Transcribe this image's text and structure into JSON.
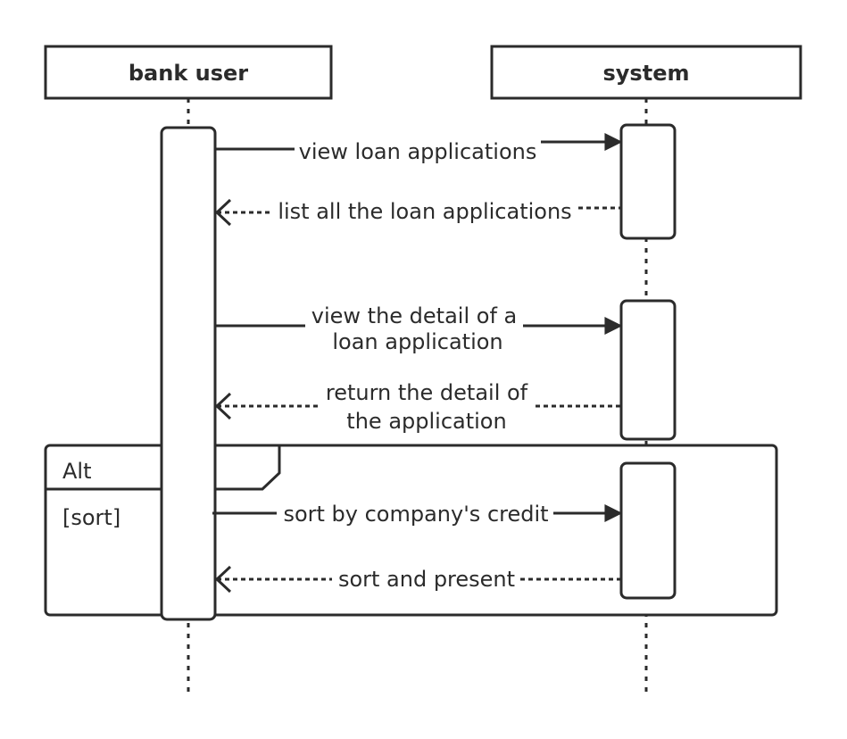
{
  "lifelines": [
    {
      "name": "bank user"
    },
    {
      "name": "system"
    }
  ],
  "messages": [
    {
      "lines": [
        "view loan applications"
      ],
      "kind": "sync"
    },
    {
      "lines": [
        "list all the loan applications"
      ],
      "kind": "return"
    },
    {
      "lines": [
        "view the detail of a",
        "loan application"
      ],
      "kind": "sync"
    },
    {
      "lines": [
        "return the detail of",
        "the application"
      ],
      "kind": "return"
    },
    {
      "lines": [
        "sort by company's credit"
      ],
      "kind": "sync"
    },
    {
      "lines": [
        "sort and present"
      ],
      "kind": "return"
    }
  ],
  "fragment": {
    "operator": "Alt",
    "guard": "[sort]"
  },
  "colors": {
    "stroke": "#2b2b2b",
    "background": "#ffffff"
  }
}
